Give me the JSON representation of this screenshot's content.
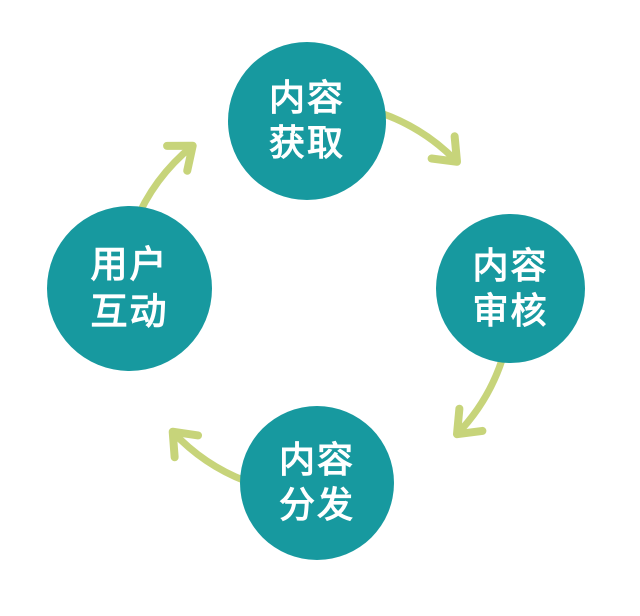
{
  "diagram": {
    "type": "cycle",
    "direction": "clockwise",
    "colors": {
      "node": "#17999f",
      "arrow": "#c7d47a",
      "text": "#ffffff",
      "background": "#ffffff"
    },
    "nodes": [
      {
        "name": "content-acquisition",
        "line1": "内容",
        "line2": "获取"
      },
      {
        "name": "content-review",
        "line1": "内容",
        "line2": "审核"
      },
      {
        "name": "content-distribution",
        "line1": "内容",
        "line2": "分发"
      },
      {
        "name": "user-interaction",
        "line1": "用户",
        "line2": "互动"
      }
    ]
  }
}
